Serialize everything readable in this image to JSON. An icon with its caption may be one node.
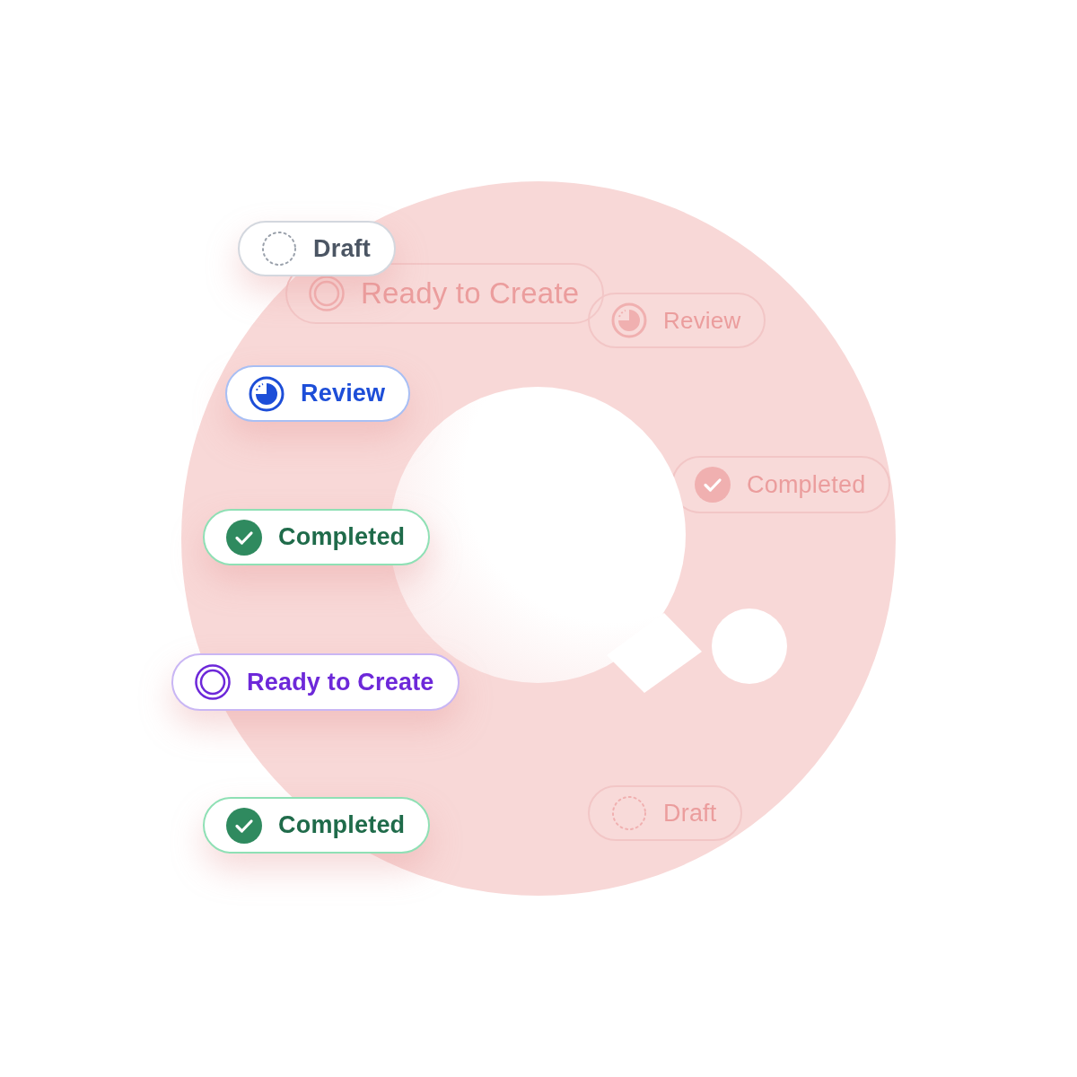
{
  "diagram": {
    "nodes": [
      {
        "text": [
          "Draft"
        ]
      },
      {
        "text": [
          "Ready to Create"
        ]
      },
      {
        "text": [
          "Review"
        ]
      },
      {
        "text": [
          "Review"
        ]
      },
      {
        "text": [
          "Completed"
        ]
      },
      {
        "text": [
          "Completed"
        ]
      },
      {
        "text": [
          "Ready to Create"
        ]
      },
      {
        "text": [
          "Draft"
        ]
      },
      {
        "text": [
          "Completed"
        ]
      }
    ]
  }
}
